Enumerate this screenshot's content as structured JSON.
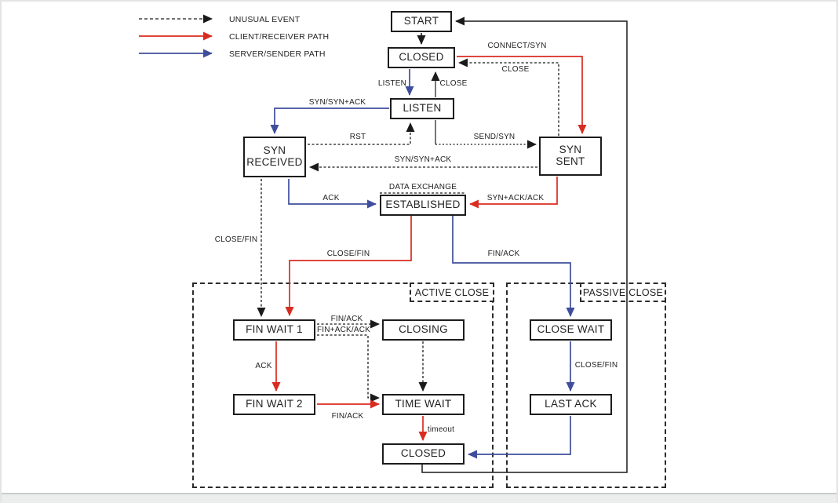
{
  "legend": {
    "items": [
      {
        "id": "unusual-event",
        "label": "UNUSUAL EVENT",
        "line_style": "dashed",
        "color": "#1a1a1a"
      },
      {
        "id": "client-receiver-path",
        "label": "CLIENT/RECEIVER PATH",
        "line_style": "solid",
        "color": "#d92c21"
      },
      {
        "id": "server-sender-path",
        "label": "SERVER/SENDER PATH",
        "line_style": "solid",
        "color": "#3f4e9c"
      }
    ]
  },
  "states": [
    {
      "id": "start",
      "label": "START"
    },
    {
      "id": "closed-top",
      "label": "CLOSED"
    },
    {
      "id": "listen",
      "label": "LISTEN"
    },
    {
      "id": "syn-received",
      "label": "SYN RECEIVED"
    },
    {
      "id": "syn-sent",
      "label": "SYN SENT"
    },
    {
      "id": "established",
      "label": "ESTABLISHED"
    },
    {
      "id": "fin-wait-1",
      "label": "FIN WAIT 1"
    },
    {
      "id": "closing",
      "label": "CLOSING"
    },
    {
      "id": "fin-wait-2",
      "label": "FIN WAIT 2"
    },
    {
      "id": "time-wait",
      "label": "TIME WAIT"
    },
    {
      "id": "closed-bottom",
      "label": "CLOSED"
    },
    {
      "id": "close-wait",
      "label": "CLOSE WAIT"
    },
    {
      "id": "last-ack",
      "label": "LAST ACK"
    }
  ],
  "containers": [
    {
      "id": "active-close",
      "label": "ACTIVE CLOSE"
    },
    {
      "id": "passive-close",
      "label": "PASSIVE CLOSE"
    }
  ],
  "edges": {
    "connect_syn": "CONNECT/SYN",
    "close_synsent": "CLOSE",
    "listen_lbl": "LISTEN",
    "close_up": "CLOSE",
    "syn_synack_blue": "SYN/SYN+ACK",
    "rst": "RST",
    "send_syn": "SEND/SYN",
    "syn_synack_dashed": "SYN/SYN+ACK",
    "data_exchange": "DATA EXCHANGE",
    "ack_blue": "ACK",
    "synack_ack": "SYN+ACK/ACK",
    "close_fin_unusual": "CLOSE/FIN",
    "close_fin_red": "CLOSE/FIN",
    "fin_ack_blue": "FIN/ACK",
    "fin_ack_top": "FIN/ACK",
    "fin_ack_ack": "FIN+ACK/ACK",
    "ack_red": "ACK",
    "close_fin_passive": "CLOSE/FIN",
    "fin_ack_red": "FIN/ACK",
    "timeout": "timeout"
  },
  "colors": {
    "unusual_event": "#1a1a1a",
    "client_path": "#d92c21",
    "server_path": "#3f4e9c"
  }
}
